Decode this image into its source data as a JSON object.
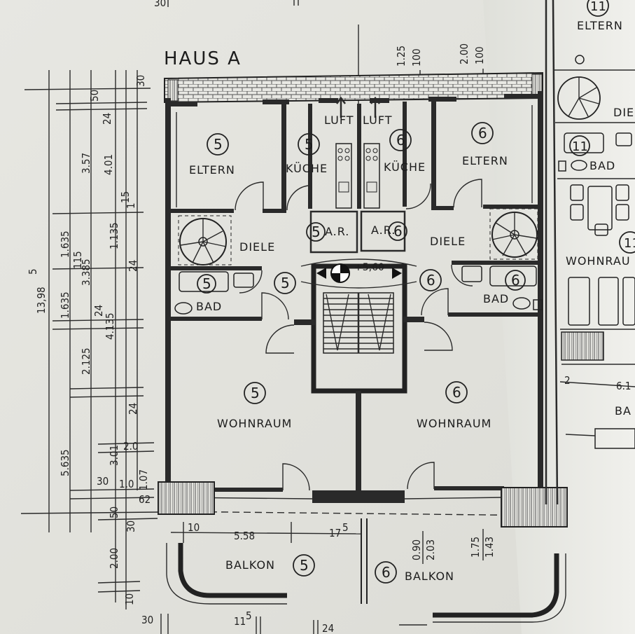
{
  "header": {
    "title": "HAUS A"
  },
  "top_marks": {
    "left": "30",
    "dim_125": "1.25",
    "dim_100a": "100",
    "dim_200": "2.00",
    "dim_100b": "100"
  },
  "rooms": {
    "eltern5": "ELTERN",
    "kueche5": "KÜCHE",
    "kueche6": "KÜCHE",
    "eltern6": "ELTERN",
    "luft_left": "LUFT",
    "luft_right": "LUFT",
    "diele5": "DIELE",
    "diele6": "DIELE",
    "ar5": "A.R.",
    "ar6": "A.R.",
    "level": "+5,60",
    "bad5": "BAD",
    "bad6": "BAD",
    "wohn5": "WOHNRAUM",
    "wohn6": "WOHNRAUM",
    "balkon5": "BALKON",
    "balkon6": "BALKON"
  },
  "unit_numbers": {
    "u5": "5",
    "u6": "6"
  },
  "right_building": {
    "eltern": "ELTERN",
    "unit": "11",
    "die": "DIE",
    "bad": "BAD",
    "wohn": "WOHNRAU",
    "dim": "6.1",
    "dim2": "2",
    "ba": "BA"
  },
  "dimensions": {
    "total": "13,98",
    "total_sup": "5",
    "d357": "3.57",
    "d401": "4.01",
    "d50": "50",
    "d24a": "24",
    "d30top": "30",
    "d115": "1",
    "d115sup": "15",
    "d1635": "1.635",
    "d1635b": "1.635",
    "d115b": "115",
    "d3385": "3.385",
    "d1135": "1.135",
    "d24b": "24",
    "d24c": "24",
    "d4135": "4.135",
    "d2125": "2.125",
    "d24d": "24",
    "d5635": "5.635",
    "d301": "3.01",
    "d20": "2.0",
    "d107": "1.07",
    "d30a": "30",
    "d10": "1.0",
    "d62": "62",
    "d50b": "50",
    "d30b": "30",
    "d200": "2.00",
    "d10b": "10",
    "b10": "10",
    "b558": "5.58",
    "b175": "17",
    "b175sup": "5",
    "b090": "0.90",
    "b203": "2.03",
    "b175b": "1.75",
    "b143": "1.43",
    "bot30": "30",
    "bot115": "11",
    "bot115sup": "5",
    "bot24": "24"
  }
}
